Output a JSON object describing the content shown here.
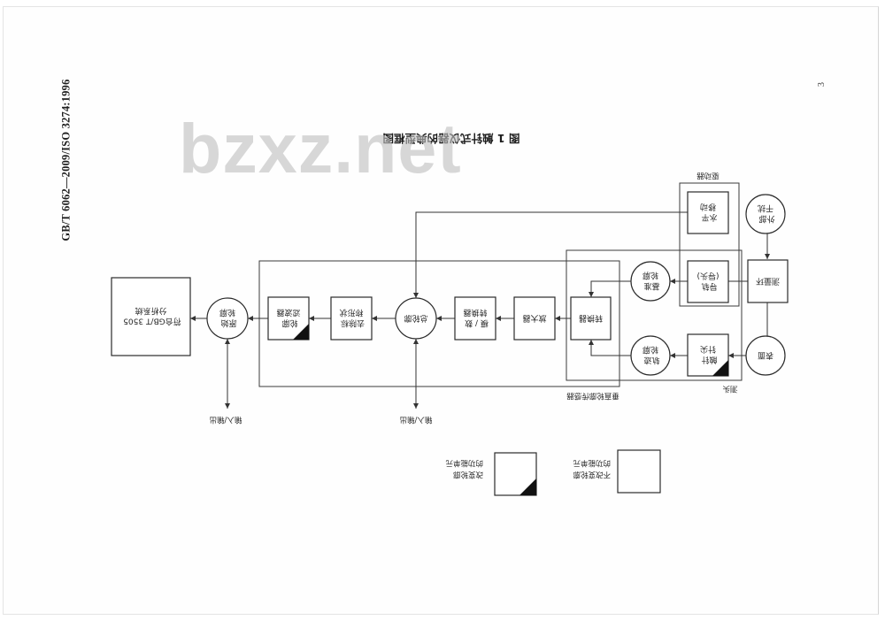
{
  "header": {
    "standard_code": "GB/T 6062—2009/ISO 3274:1996",
    "page_number": "3"
  },
  "watermark": "bzxz.net",
  "figure": {
    "title": "图 1  触针式仪器的典型框图",
    "nodes": {
      "external_disturbance": [
        "外部",
        "干扰"
      ],
      "horizontal_movement": [
        "水平",
        "移动"
      ],
      "measuring_loop": [
        "测量环"
      ],
      "surface": [
        "表面"
      ],
      "reference_guide": [
        "导轨",
        "(导头)"
      ],
      "stylus_tip": [
        "触针",
        "针尖"
      ],
      "reference_profile": [
        "基准",
        "轮廓"
      ],
      "traced_profile": [
        "轨迹",
        "轮廓"
      ],
      "transducer": [
        "转换器"
      ],
      "amplifier": [
        "放大器"
      ],
      "ad_converter": [
        "模 / 数",
        "转换器"
      ],
      "total_profile": [
        "总轮廓"
      ],
      "nominal_form_removal": [
        "去除标",
        "称形状"
      ],
      "profile_filter": [
        "轮廓",
        "滤波器"
      ],
      "primary_profile": [
        "原始",
        "轮廓"
      ],
      "analysis": [
        "符合GB/T 3505",
        "分析系统"
      ]
    },
    "groups": {
      "drive_unit": "驱动器",
      "probe": "测头",
      "vertical_transducer": "垂直轮廓传感器"
    },
    "io_labels": [
      "输入/输出",
      "输入/输出"
    ],
    "legend": {
      "unchanging": [
        "不改变轮廓",
        "的功能单元"
      ],
      "changing": [
        "改变轮廓",
        "的功能单元"
      ]
    }
  }
}
